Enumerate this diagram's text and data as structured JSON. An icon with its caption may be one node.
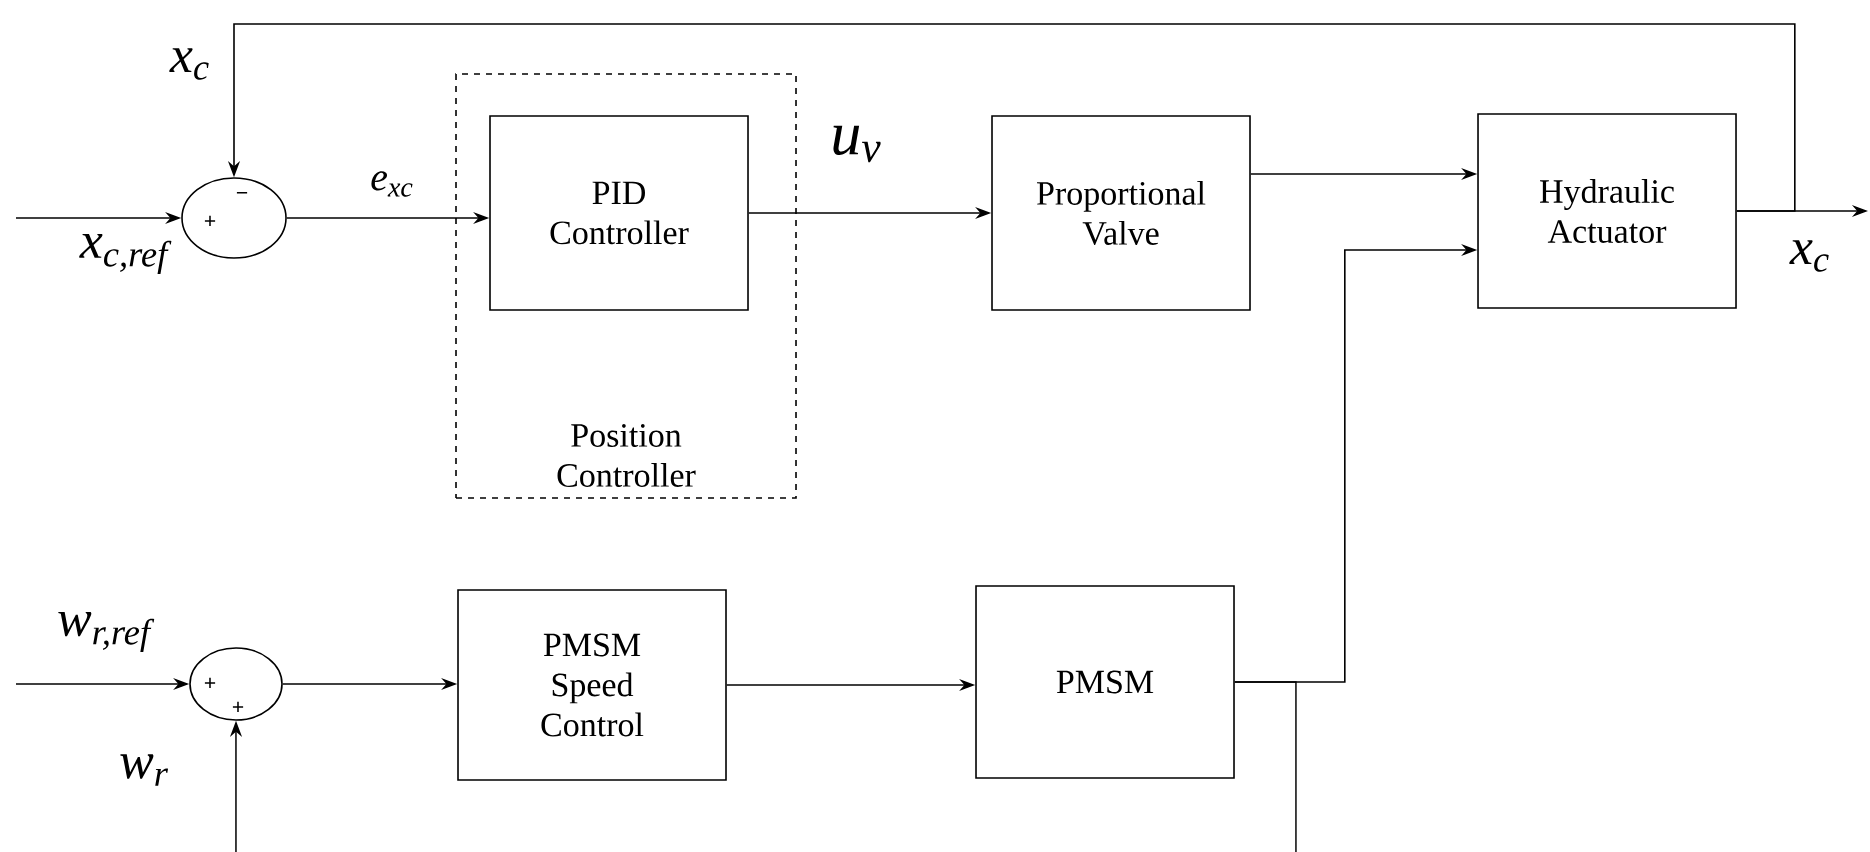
{
  "diagram": {
    "nodes": [
      {
        "text": [],
        "shape": "circle"
      },
      {
        "text": [
          "Position Controller"
        ]
      },
      {
        "text": [
          "PID Controller"
        ],
        "in": 1
      },
      {
        "text": [
          "Proportional Valve"
        ]
      },
      {
        "text": [
          "Hydraulic Actuator"
        ]
      },
      {
        "text": [],
        "shape": "circle"
      },
      {
        "text": [
          "PMSM Speed Control"
        ]
      },
      {
        "text": [
          "PMSM"
        ]
      }
    ],
    "edges": [
      {
        "from": null,
        "to": 0,
        "arrow": "to",
        "label": "x$_{c,ref}$"
      },
      {
        "from": 4,
        "to": 0,
        "arrow": "to",
        "label": "x$_{c}$"
      },
      {
        "from": 4,
        "to": null,
        "arrow": "to",
        "label": "x$_{c}$"
      },
      {
        "from": 0,
        "to": 2,
        "arrow": "to",
        "label": "e$_{xc}$"
      },
      {
        "from": 2,
        "to": 3,
        "arrow": "to",
        "label": "u$_{v}$"
      },
      {
        "from": 3,
        "to": 4,
        "arrow": "to"
      },
      {
        "from": 7,
        "to": 4,
        "arrow": "to"
      },
      {
        "from": null,
        "to": 5,
        "arrow": "to",
        "label": "w$_{r,ref}$"
      },
      {
        "from": null,
        "to": 5,
        "arrow": "to",
        "label": "w$_{r}$"
      },
      {
        "from": 5,
        "to": 6,
        "arrow": "to"
      },
      {
        "from": 6,
        "to": 7,
        "arrow": "to"
      },
      {
        "from": 7,
        "to": null,
        "arrow": "none"
      }
    ],
    "labels": [
      "+",
      "−",
      "+",
      "+"
    ]
  }
}
